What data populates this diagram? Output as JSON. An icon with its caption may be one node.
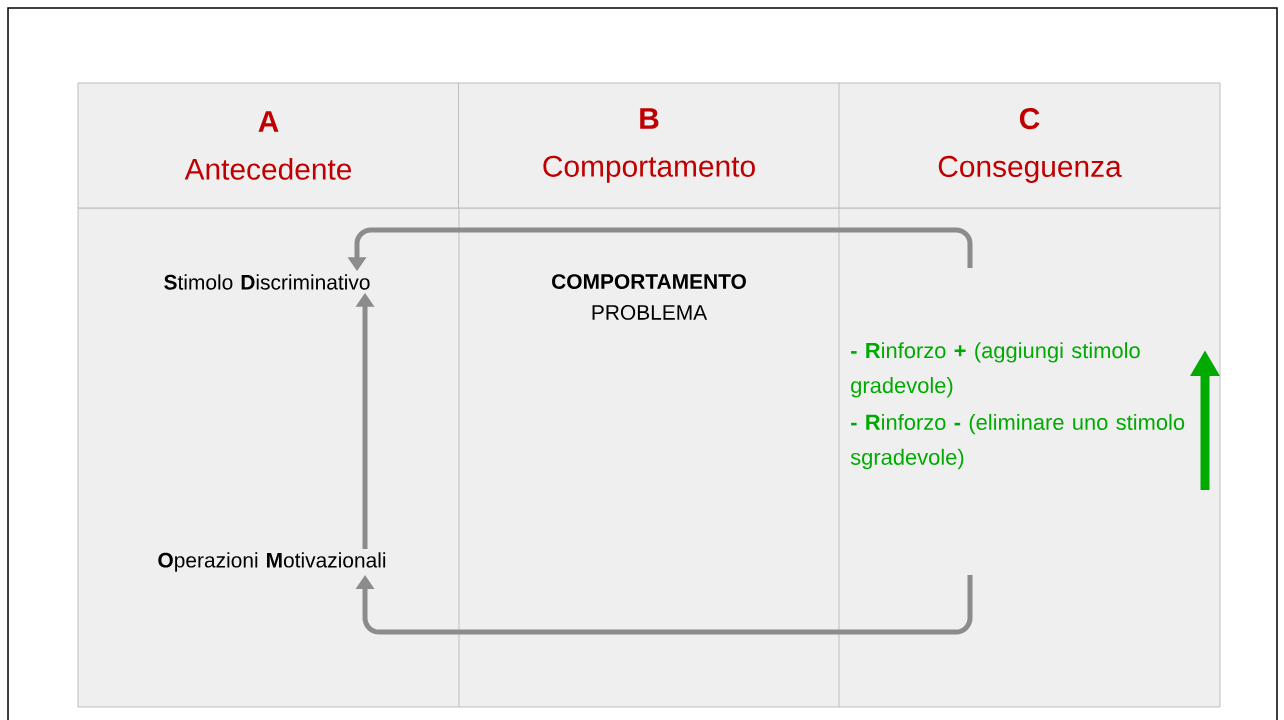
{
  "diagram": {
    "nodes": [
      {
        "text": [
          "A",
          "Antecedente"
        ]
      },
      {
        "text": [
          "B",
          "Comportamento"
        ]
      },
      {
        "text": [
          "C",
          "Conseguenza"
        ]
      },
      {
        "text": [
          "**S**timolo **D**iscriminativo"
        ]
      },
      {
        "text": [
          "**COMPORTAMENTO** PROBLEMA"
        ]
      },
      {
        "text": [
          "**- R**inforzo **+** (aggiungi stimolo gradevole)",
          "**- R**inforzo **-** (eliminare uno stimolo sgradevole)"
        ]
      },
      {
        "text": [
          "**O**perazioni **M**otivazionali"
        ]
      }
    ],
    "edges": [
      {
        "from": null,
        "to": 3,
        "arrow": "to"
      },
      {
        "from": 6,
        "to": 3,
        "arrow": "to"
      },
      {
        "from": null,
        "to": 6,
        "arrow": "to"
      }
    ]
  }
}
